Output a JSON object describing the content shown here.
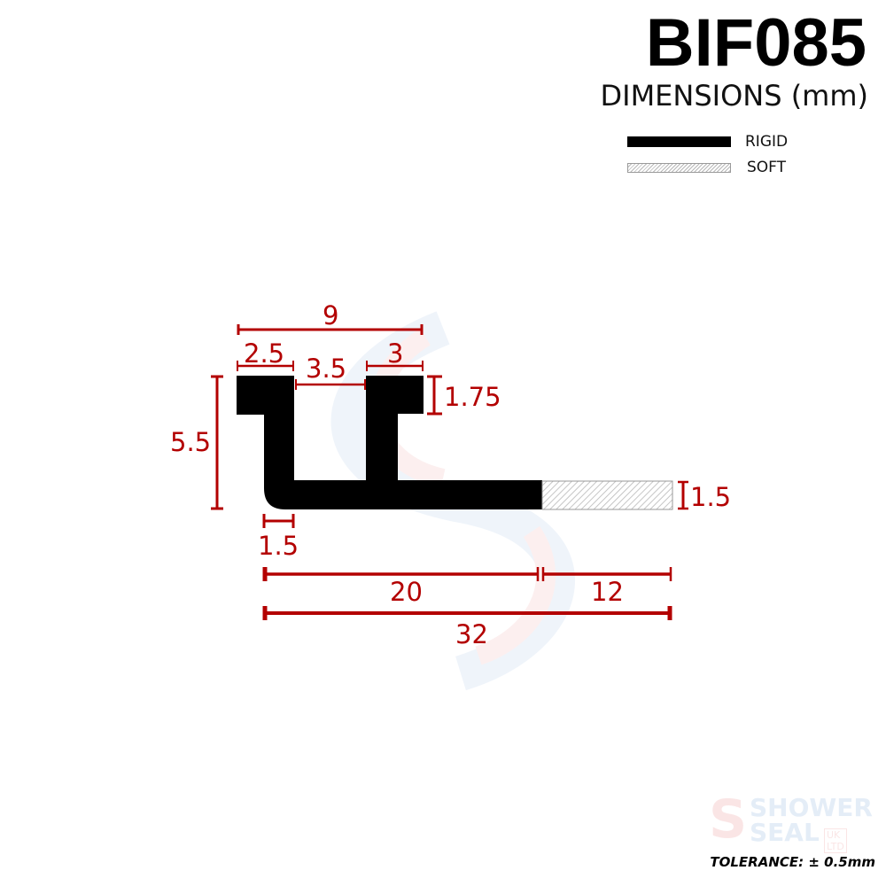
{
  "header": {
    "part_code": "BIF085",
    "subtitle": "DIMENSIONS (mm)"
  },
  "legend": [
    {
      "label": "RIGID",
      "style": "solid-black"
    },
    {
      "label": "SOFT",
      "style": "hatched-grey"
    }
  ],
  "dimensions": {
    "overall_top_width": "9",
    "left_flange_width": "2.5",
    "gap_width": "3.5",
    "right_flange_width": "3",
    "flange_thickness": "1.75",
    "overall_height": "5.5",
    "base_thickness": "1.5",
    "stem_width": "1.5",
    "rigid_length": "20",
    "soft_length": "12",
    "overall_length": "32"
  },
  "watermark": {
    "line1": "SHOWER",
    "line2": "SEAL",
    "badge": "UK LTD"
  },
  "footer": {
    "tolerance": "TOLERANCE: ± 0.5mm"
  },
  "colors": {
    "dimension": "#b30000",
    "rigid": "#000000",
    "soft_hatch": "#b8b8b8"
  }
}
